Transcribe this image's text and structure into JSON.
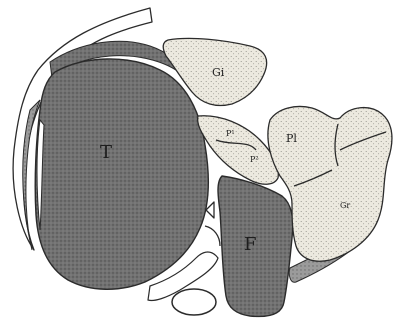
{
  "figure": {
    "labels": {
      "T": "T",
      "F": "F",
      "Gi": "Gi",
      "Pl": "Pl",
      "Gr": "Gr",
      "P1": "P¹",
      "P2": "P²"
    }
  },
  "colors": {
    "dark_stipple": "#6f6f6f",
    "light_stipple": "#e9e6dc",
    "outline": "#2b2b2b",
    "background": "#ffffff"
  }
}
